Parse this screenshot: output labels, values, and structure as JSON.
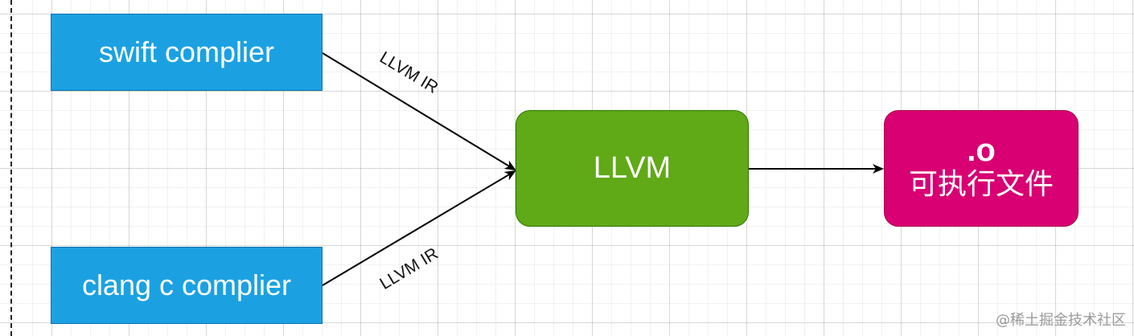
{
  "nodes": {
    "swift_compiler": {
      "label": "swift complier",
      "color": "#1ba1e2"
    },
    "clang_compiler": {
      "label": "clang c complier",
      "color": "#1ba1e2"
    },
    "llvm": {
      "label": "LLVM",
      "color": "#60a917"
    },
    "output": {
      "extension": ".o",
      "description": "可执行文件",
      "color": "#d80073"
    }
  },
  "edges": {
    "swift_to_llvm": {
      "label": "LLVM IR"
    },
    "clang_to_llvm": {
      "label": "LLVM IR"
    },
    "llvm_to_output": {
      "label": ""
    }
  },
  "watermark": "@稀土掘金技术社区"
}
